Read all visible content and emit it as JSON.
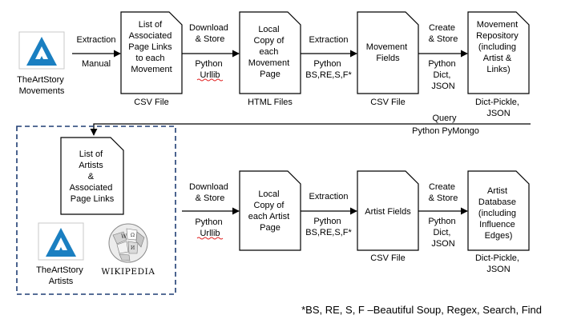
{
  "sources": {
    "movements_logo_label": [
      "TheArtStory",
      "Movements"
    ],
    "artists_logo_label": [
      "TheArtStory",
      "Artists"
    ],
    "wikipedia_wordmark": "WIKIPEDIA"
  },
  "row1": {
    "edge_extraction_top": "Extraction",
    "edge_extraction_bottom": "Manual",
    "doc_links": [
      "List of",
      "Associated",
      "Page Links",
      "to each",
      "Movement"
    ],
    "doc_links_caption": "CSV File",
    "edge_download_top": [
      "Download",
      "& Store"
    ],
    "edge_download_bottom": [
      "Python",
      "Urllib"
    ],
    "doc_local": [
      "Local",
      "Copy of",
      "each",
      "Movement",
      "Page"
    ],
    "doc_local_caption": "HTML Files",
    "edge_extract2_top": "Extraction",
    "edge_extract2_bottom": [
      "Python",
      "BS,RE,S,F*"
    ],
    "doc_fields": [
      "Movement",
      "Fields"
    ],
    "doc_fields_caption": "CSV File",
    "edge_create_top": [
      "Create",
      "& Store"
    ],
    "edge_create_bottom": [
      "Python",
      "Dict,",
      "JSON"
    ],
    "doc_repo": [
      "Movement",
      "Repository",
      "(including",
      "Artist &",
      "Links)"
    ],
    "doc_repo_caption": [
      "Dict-Pickle,",
      "JSON"
    ]
  },
  "query": [
    "Query",
    "Python PyMongo"
  ],
  "row2": {
    "doc_artist_links": [
      "List of",
      "Artists",
      "&",
      "Associated",
      "Page Links"
    ],
    "edge_download_top": [
      "Download",
      "& Store"
    ],
    "edge_download_bottom": [
      "Python",
      "Urllib"
    ],
    "doc_local": [
      "Local",
      "Copy of",
      "each Artist",
      "Page"
    ],
    "edge_extract_top": "Extraction",
    "edge_extract_bottom": [
      "Python",
      "BS,RE,S,F*"
    ],
    "doc_fields": [
      "Artist Fields"
    ],
    "doc_fields_caption": "CSV File",
    "edge_create_top": [
      "Create",
      "& Store"
    ],
    "edge_create_bottom": [
      "Python",
      "Dict,",
      "JSON"
    ],
    "doc_db": [
      "Artist",
      "Database",
      "(including",
      "Influence",
      "Edges)"
    ],
    "doc_db_caption": [
      "Dict-Pickle,",
      "JSON"
    ]
  },
  "footnote": "*BS, RE, S, F –Beautiful Soup, Regex, Search, Find",
  "colors": {
    "logo_blue": "#1a7fc1",
    "dashed_border": "#1f3d73",
    "spell_underline": "#e02020"
  }
}
